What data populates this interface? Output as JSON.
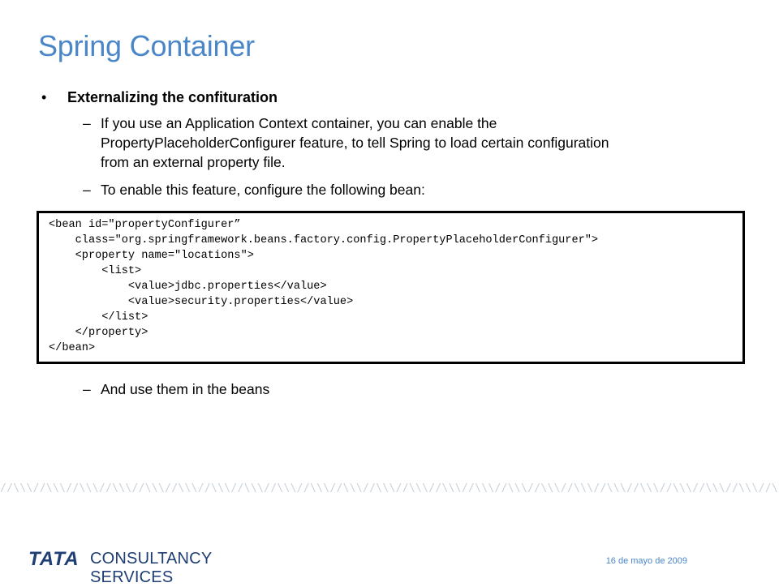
{
  "slide": {
    "title": "Spring Container",
    "bullet": {
      "marker": "•",
      "text": "Externalizing the confituration"
    },
    "subpoints": [
      {
        "marker": "–",
        "lines": [
          "If you use an Application Context container, you can enable the",
          "PropertyPlaceholderConfigurer feature, to tell Spring to load certain configuration",
          "from an external property file."
        ]
      },
      {
        "marker": "–",
        "lines": [
          "To enable this feature, configure the following bean:"
        ]
      },
      {
        "marker": "–",
        "lines": [
          "And use them in the beans"
        ]
      }
    ],
    "code": "<bean id=\"propertyConfigurer”\n    class=\"org.springframework.beans.factory.config.PropertyPlaceholderConfigurer\">\n    <property name=\"locations\">\n        <list>\n            <value>jdbc.properties</value>\n            <value>security.properties</value>\n        </list>\n    </property>\n</bean>"
  },
  "footer": {
    "pattern": "//\\\\\\//\\\\\\//\\\\\\//\\\\\\//\\\\\\//\\\\\\//\\\\\\//\\\\\\//\\\\\\//\\\\\\//\\\\\\//\\\\\\//\\\\\\//\\\\\\//\\\\\\//\\\\\\//\\\\\\//\\\\\\//\\\\\\//\\\\\\//\\\\\\//\\\\\\//\\\\\\//\\\\\\//\\\\\\//\\\\\\//\\\\\\//\\\\\\//\\\\\\//\\\\\\//\\\\\\//\\\\\\//\\\\\\//\\\\\\//\\\\\\//\\\\\\//\\\\\\//\\\\\\//\\\\\\//\\\\\\//\\\\\\//\\\\\\//\\\\\\//\\\\\\//\\\\\\//\\\\\\//\\\\\\//\\\\\\//\\\\\\//\\\\\\//\\\\\\//\\\\\\//\\\\\\//\\\\\\//\\\\\\//\\\\\\//\\\\\\//\\\\\\//\\\\\\//\\\\\\//\\\\\\//\\\\\\//\\\\\\//\\\\\\//\\\\\\//\\\\\\//\\\\\\//\\\\\\//\\\\\\//\\\\\\//\\\\\\//\\\\\\//\\\\\\//\\\\\\//\\\\\\//\\\\\\//\\\\\\//\\\\\\//\\\\\\//\\\\\\//\\\\\\",
    "logo_tata": "TATA",
    "logo_text": "CONSULTANCY SERVICES",
    "date": "16 de mayo de 2009",
    "colors": {
      "title": "#4a86c8",
      "logo": "#1f3e73",
      "pattern": "#c9d1da"
    }
  }
}
